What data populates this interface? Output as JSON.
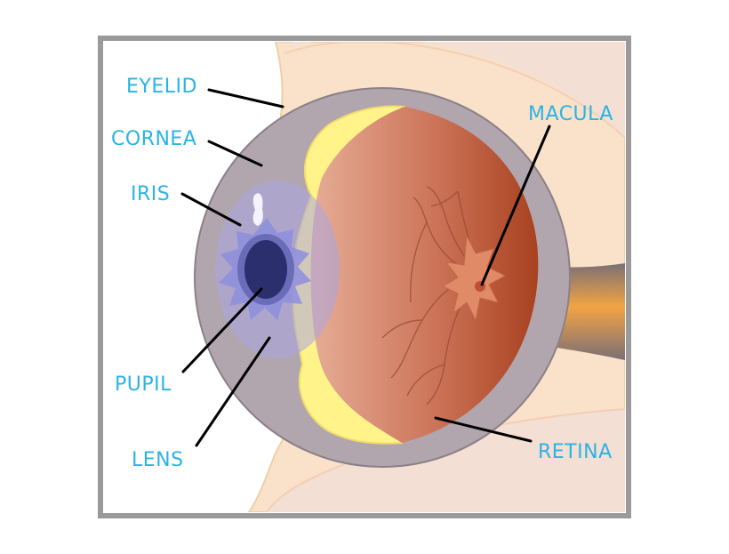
{
  "labels": {
    "eyelid": "EYELID",
    "cornea": "CORNEA",
    "iris": "IRIS",
    "pupil": "PUPIL",
    "lens": "LENS",
    "macula": "MACULA",
    "retina": "RETINA"
  },
  "colors": {
    "label_text": "#2bb3e6",
    "frame": "#9a9a9a",
    "skin": "#f7dfc3",
    "sclera": "#b3a8b0",
    "retina_dark": "#b04a2a",
    "retina_light": "#e0a088",
    "lens_yellow": "#fff38a",
    "iris": "#8f8ee0",
    "pupil": "#2b2f6e",
    "optic_nerve": "#f0a040"
  }
}
